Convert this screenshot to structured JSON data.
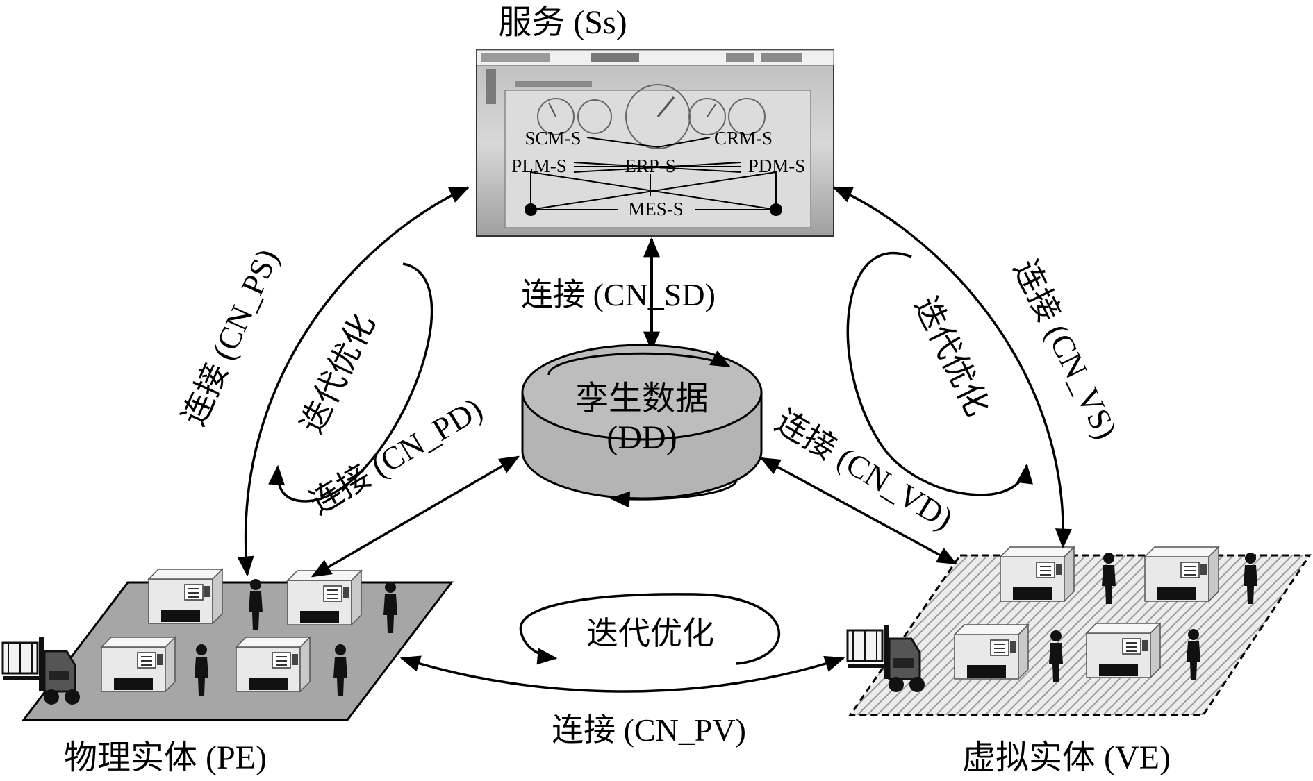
{
  "nodes": {
    "services": {
      "label": "服务 (Ss)"
    },
    "twin_data": {
      "line1": "孪生数据",
      "line2": "(DD)"
    },
    "physical": {
      "label": "物理实体 (PE)"
    },
    "virtual": {
      "label": "虚拟实体 (VE)"
    }
  },
  "service_modules": {
    "scm": "SCM-S",
    "crm": "CRM-S",
    "plm": "PLM-S",
    "erp": "ERP-S",
    "pdm": "PDM-S",
    "mes": "MES-S"
  },
  "connections": {
    "cn_sd": "连接 (CN_SD)",
    "cn_ps": "连接 (CN_PS)",
    "cn_vs": "连接 (CN_VS)",
    "cn_pd": "连接 (CN_PD)",
    "cn_vd": "连接 (CN_VD)",
    "cn_pv": "连接 (CN_PV)"
  },
  "loops": {
    "left": "迭代优化",
    "right": "迭代优化",
    "bottom": "迭代优化"
  },
  "colors": {
    "cylinder": "#b4b4b4",
    "floor_physical": "#a6a6a6",
    "floor_virtual": "#e8e8e8",
    "screen_bg": "#d6d6d6"
  }
}
